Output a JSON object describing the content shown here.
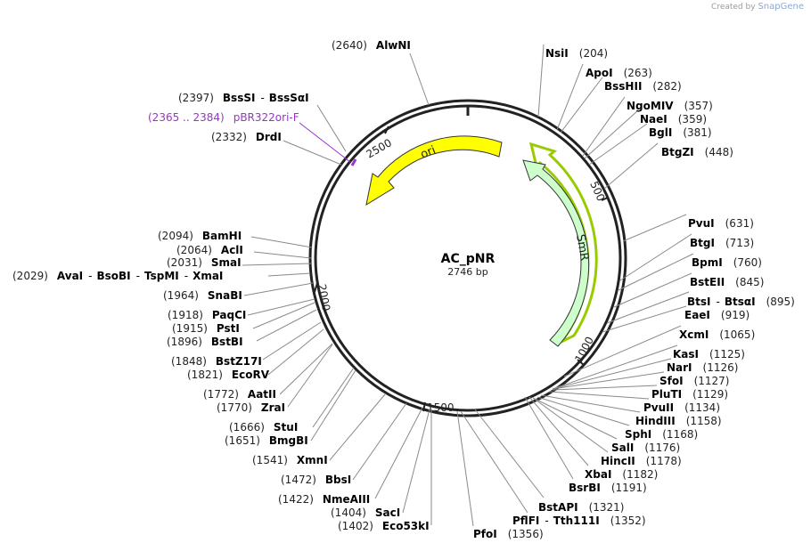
{
  "credit": {
    "prefix": "Created by",
    "brand": "SnapGene"
  },
  "plasmid": {
    "name": "AC_pNR",
    "size_label": "2746 bp"
  },
  "ticks": [
    "500",
    "1000",
    "1500",
    "2000",
    "2500"
  ],
  "features": {
    "ori": "ori",
    "smr": "SmR",
    "primer_name": "pBR322ori-F",
    "primer_pos": "(2365 .. 2384)"
  },
  "colors": {
    "ori": "#ffff00",
    "smr": "#ccffcc",
    "primer": "#9933cc",
    "outline": "#222222",
    "highlight": "#99cc00"
  },
  "sites": [
    {
      "id": "alwni",
      "pos": "(2640)",
      "name": "AlwNI"
    },
    {
      "id": "bsssi",
      "pos": "(2397)",
      "name": "BssSI",
      "name2": "BssSαI"
    },
    {
      "id": "drdi",
      "pos": "(2332)",
      "name": "DrdI"
    },
    {
      "id": "bamhi",
      "pos": "(2094)",
      "name": "BamHI"
    },
    {
      "id": "acli",
      "pos": "(2064)",
      "name": "AclI"
    },
    {
      "id": "smai",
      "pos": "(2031)",
      "name": "SmaI"
    },
    {
      "id": "avai",
      "pos": "(2029)",
      "name": "AvaI",
      "name2": "BsoBI",
      "name3": "TspMI",
      "name4": "XmaI"
    },
    {
      "id": "snabi",
      "pos": "(1964)",
      "name": "SnaBI"
    },
    {
      "id": "paqci",
      "pos": "(1918)",
      "name": "PaqCI"
    },
    {
      "id": "psti",
      "pos": "(1915)",
      "name": "PstI"
    },
    {
      "id": "bstbi",
      "pos": "(1896)",
      "name": "BstBI"
    },
    {
      "id": "bstz17i",
      "pos": "(1848)",
      "name": "BstZ17I"
    },
    {
      "id": "ecorv",
      "pos": "(1821)",
      "name": "EcoRV"
    },
    {
      "id": "aatii",
      "pos": "(1772)",
      "name": "AatII"
    },
    {
      "id": "zrai",
      "pos": "(1770)",
      "name": "ZraI"
    },
    {
      "id": "stui",
      "pos": "(1666)",
      "name": "StuI"
    },
    {
      "id": "bmgbi",
      "pos": "(1651)",
      "name": "BmgBI"
    },
    {
      "id": "xmni",
      "pos": "(1541)",
      "name": "XmnI"
    },
    {
      "id": "bbsi",
      "pos": "(1472)",
      "name": "BbsI"
    },
    {
      "id": "nmeaiii",
      "pos": "(1422)",
      "name": "NmeAIII"
    },
    {
      "id": "saci",
      "pos": "(1404)",
      "name": "SacI"
    },
    {
      "id": "eco53ki",
      "pos": "(1402)",
      "name": "Eco53kI"
    },
    {
      "id": "pfoi",
      "pos": "(1356)",
      "name": "PfoI"
    },
    {
      "id": "pflfi",
      "pos": "(1352)",
      "name": "PflFI",
      "name2": "Tth111I"
    },
    {
      "id": "bstapi",
      "pos": "(1321)",
      "name": "BstAPI"
    },
    {
      "id": "bsrbi",
      "pos": "(1191)",
      "name": "BsrBI"
    },
    {
      "id": "xbai",
      "pos": "(1182)",
      "name": "XbaI"
    },
    {
      "id": "hincii",
      "pos": "(1178)",
      "name": "HincII"
    },
    {
      "id": "sali",
      "pos": "(1176)",
      "name": "SalI"
    },
    {
      "id": "sphi",
      "pos": "(1168)",
      "name": "SphI"
    },
    {
      "id": "hindiii",
      "pos": "(1158)",
      "name": "HindIII"
    },
    {
      "id": "pvuii",
      "pos": "(1134)",
      "name": "PvuII"
    },
    {
      "id": "pluti",
      "pos": "(1129)",
      "name": "PluTI"
    },
    {
      "id": "sfoi",
      "pos": "(1127)",
      "name": "SfoI"
    },
    {
      "id": "nari",
      "pos": "(1126)",
      "name": "NarI"
    },
    {
      "id": "kasi",
      "pos": "(1125)",
      "name": "KasI"
    },
    {
      "id": "xcmi",
      "pos": "(1065)",
      "name": "XcmI"
    },
    {
      "id": "eaei",
      "pos": "(919)",
      "name": "EaeI"
    },
    {
      "id": "btsi",
      "pos": "(895)",
      "name": "BtsI",
      "name2": "BtsαI"
    },
    {
      "id": "bsteii",
      "pos": "(845)",
      "name": "BstEII"
    },
    {
      "id": "bpmi",
      "pos": "(760)",
      "name": "BpmI"
    },
    {
      "id": "btgi",
      "pos": "(713)",
      "name": "BtgI"
    },
    {
      "id": "pvui",
      "pos": "(631)",
      "name": "PvuI"
    },
    {
      "id": "btgzi",
      "pos": "(448)",
      "name": "BtgZI"
    },
    {
      "id": "bgli",
      "pos": "(381)",
      "name": "BglI"
    },
    {
      "id": "naei",
      "pos": "(359)",
      "name": "NaeI"
    },
    {
      "id": "ngomiv",
      "pos": "(357)",
      "name": "NgoMIV"
    },
    {
      "id": "bsshii",
      "pos": "(282)",
      "name": "BssHII"
    },
    {
      "id": "apoi",
      "pos": "(263)",
      "name": "ApoI"
    },
    {
      "id": "nsii",
      "pos": "(204)",
      "name": "NsiI"
    }
  ]
}
